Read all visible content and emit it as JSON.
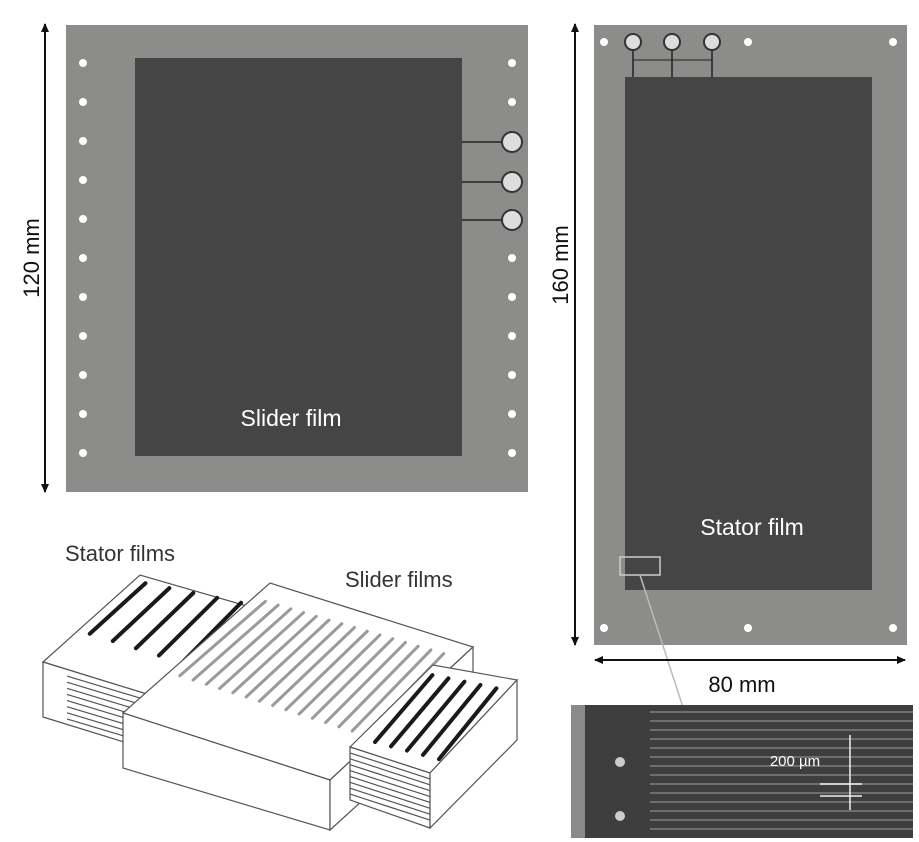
{
  "labels": {
    "left_height": "120 mm",
    "right_height": "160 mm",
    "right_width": "80 mm",
    "slider_film": "Slider film",
    "stator_film": "Stator film",
    "stator_films": "Stator films",
    "slider_films": "Slider films",
    "pitch": "200 µm"
  },
  "colors": {
    "panel_gray": "#8c8c8a",
    "film_dark": "#454545",
    "inset_dark": "#3e3e3e",
    "stator_stripe": "#1a1a1a",
    "slider_stripe": "#9a9a9a"
  }
}
